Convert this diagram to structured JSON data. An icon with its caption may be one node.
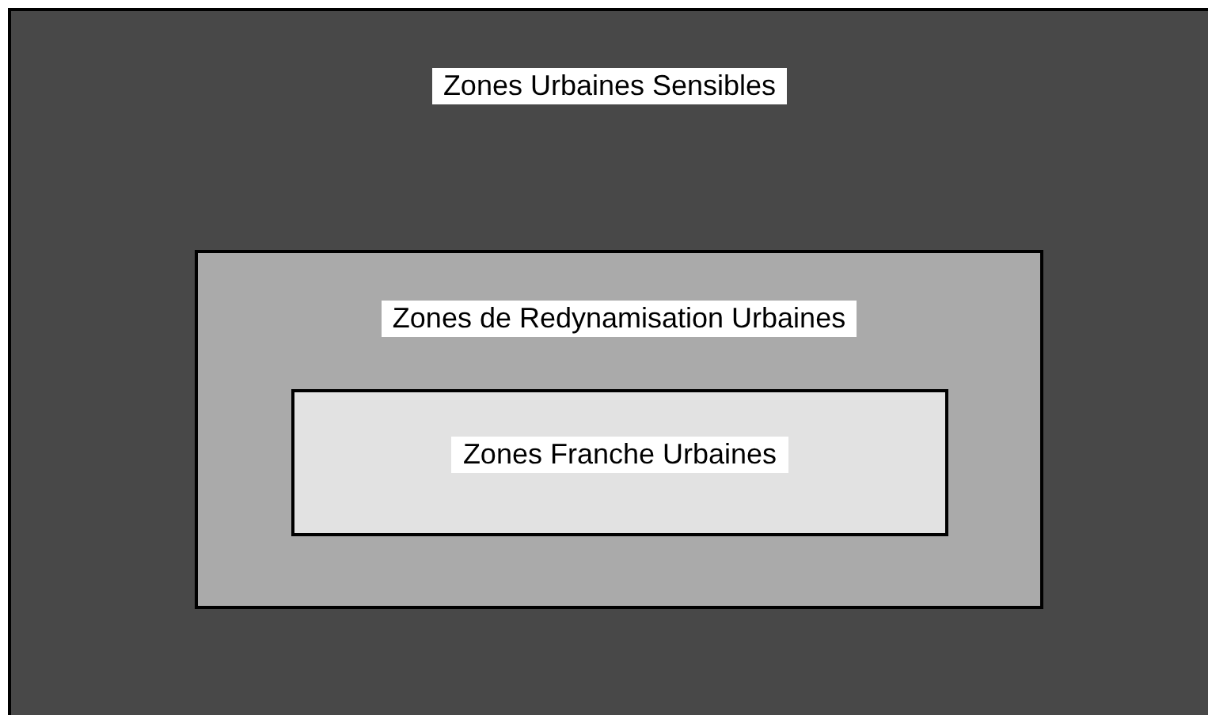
{
  "diagram": {
    "nodes": [
      {
        "text": [
          "Zones Urbaines Sensibles"
        ]
      },
      {
        "text": [
          "Zones de Redynamisation Urbaines"
        ],
        "in": 0
      },
      {
        "text": [
          "Zones Franche Urbaines"
        ],
        "in": 1
      }
    ]
  }
}
